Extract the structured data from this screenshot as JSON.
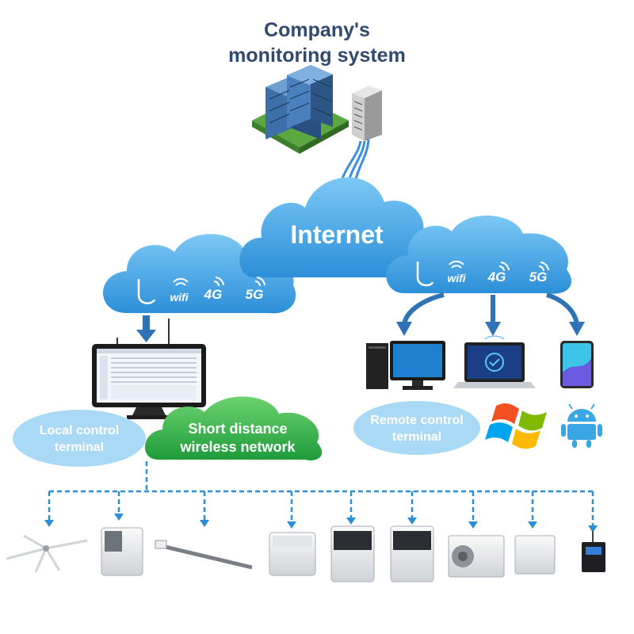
{
  "title": {
    "line1": "Company's",
    "line2": "monitoring system"
  },
  "internet_label": "Internet",
  "left_cloud": {
    "wifi": "wifi",
    "g4": "4G",
    "g5": "5G"
  },
  "right_cloud": {
    "wifi": "wifi",
    "g4": "4G",
    "g5": "5G"
  },
  "local_terminal": {
    "line1": "Local control",
    "line2": "terminal"
  },
  "short_network": {
    "line1": "Short distance",
    "line2": "wireless network"
  },
  "remote_terminal": {
    "line1": "Remote control",
    "line2": "terminal"
  },
  "icons": [
    "building-icon",
    "server-rack-icon",
    "monitor-icon",
    "desktop-pc-icon",
    "laptop-icon",
    "smartphone-icon",
    "windows-logo-icon",
    "android-logo-icon"
  ],
  "colors": {
    "cloud": "#3aa6e6",
    "arrow": "#2f73b5",
    "dashed": "#2b8fd6",
    "green": "#3bb54a",
    "bubble": "#a9d9f5",
    "title": "#2f4a6e"
  }
}
